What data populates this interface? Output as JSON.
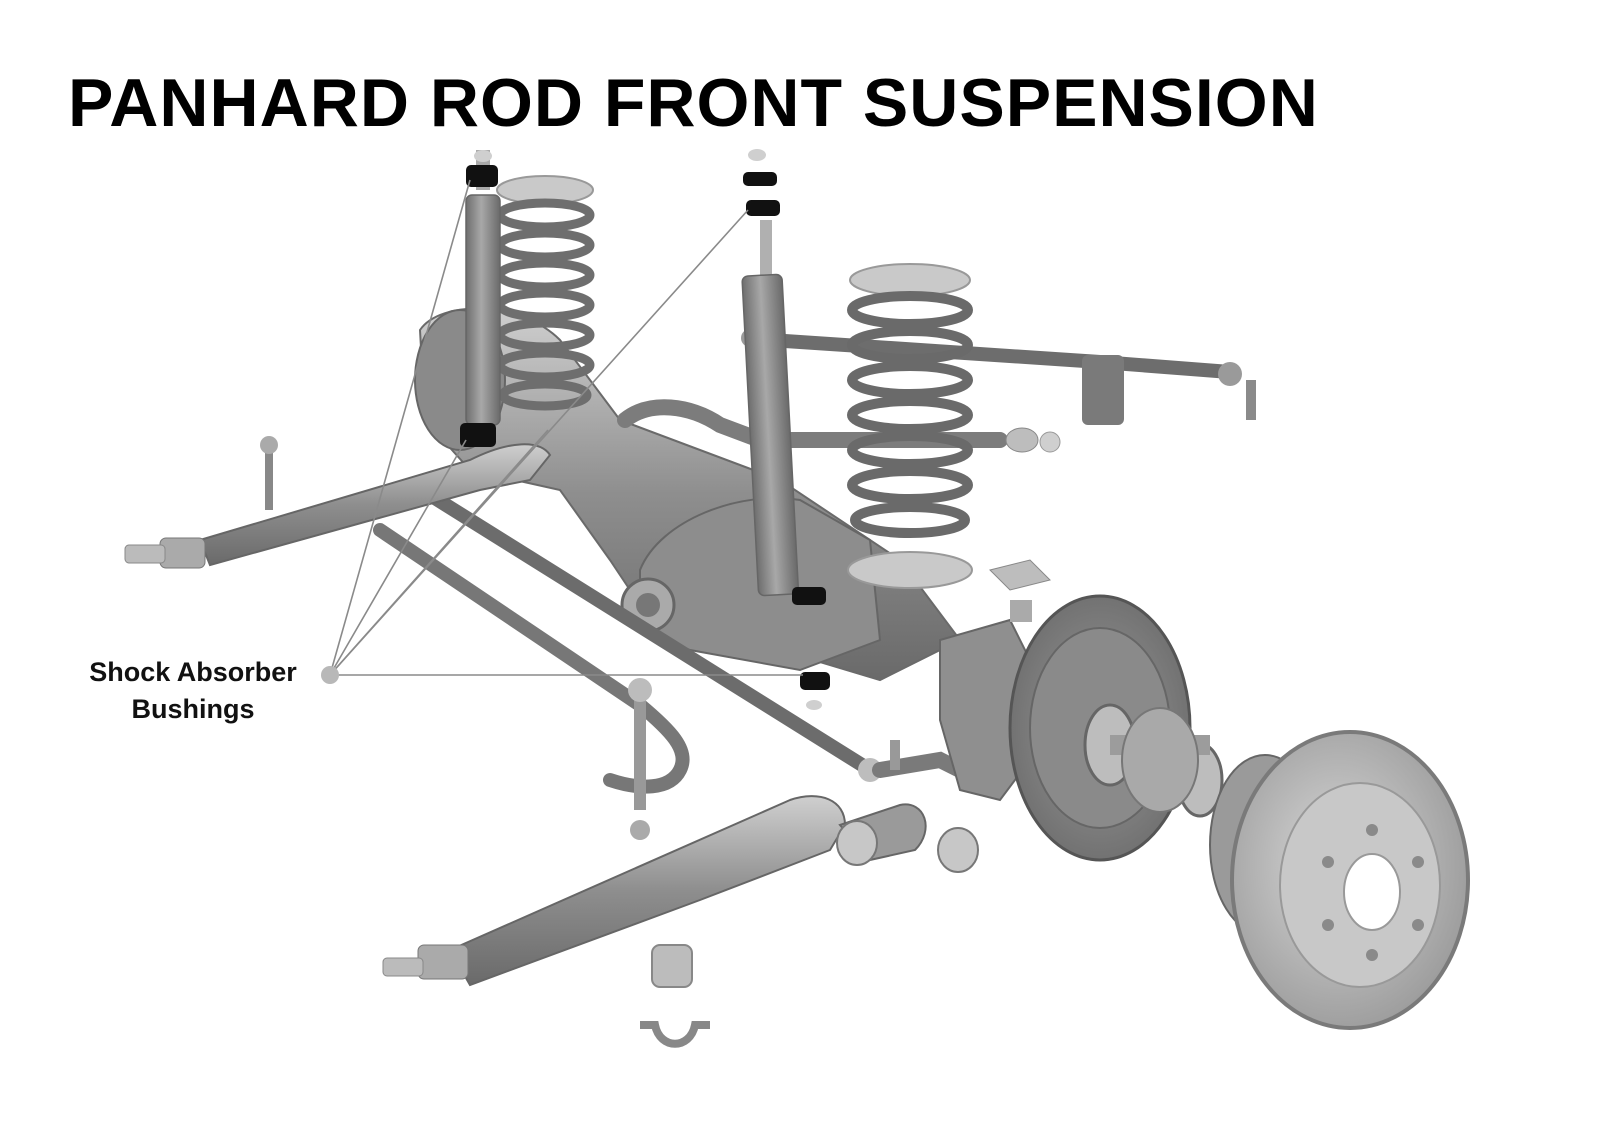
{
  "title": "PANHARD ROD FRONT SUSPENSION",
  "callout": {
    "line1": "Shock Absorber",
    "line2": "Bushings"
  },
  "colors": {
    "metal": "#8c8c8c",
    "metal_dark": "#5f5f5f",
    "metal_light": "#c4c4c4",
    "bushing": "#111111",
    "leader": "#8a8a8a"
  }
}
